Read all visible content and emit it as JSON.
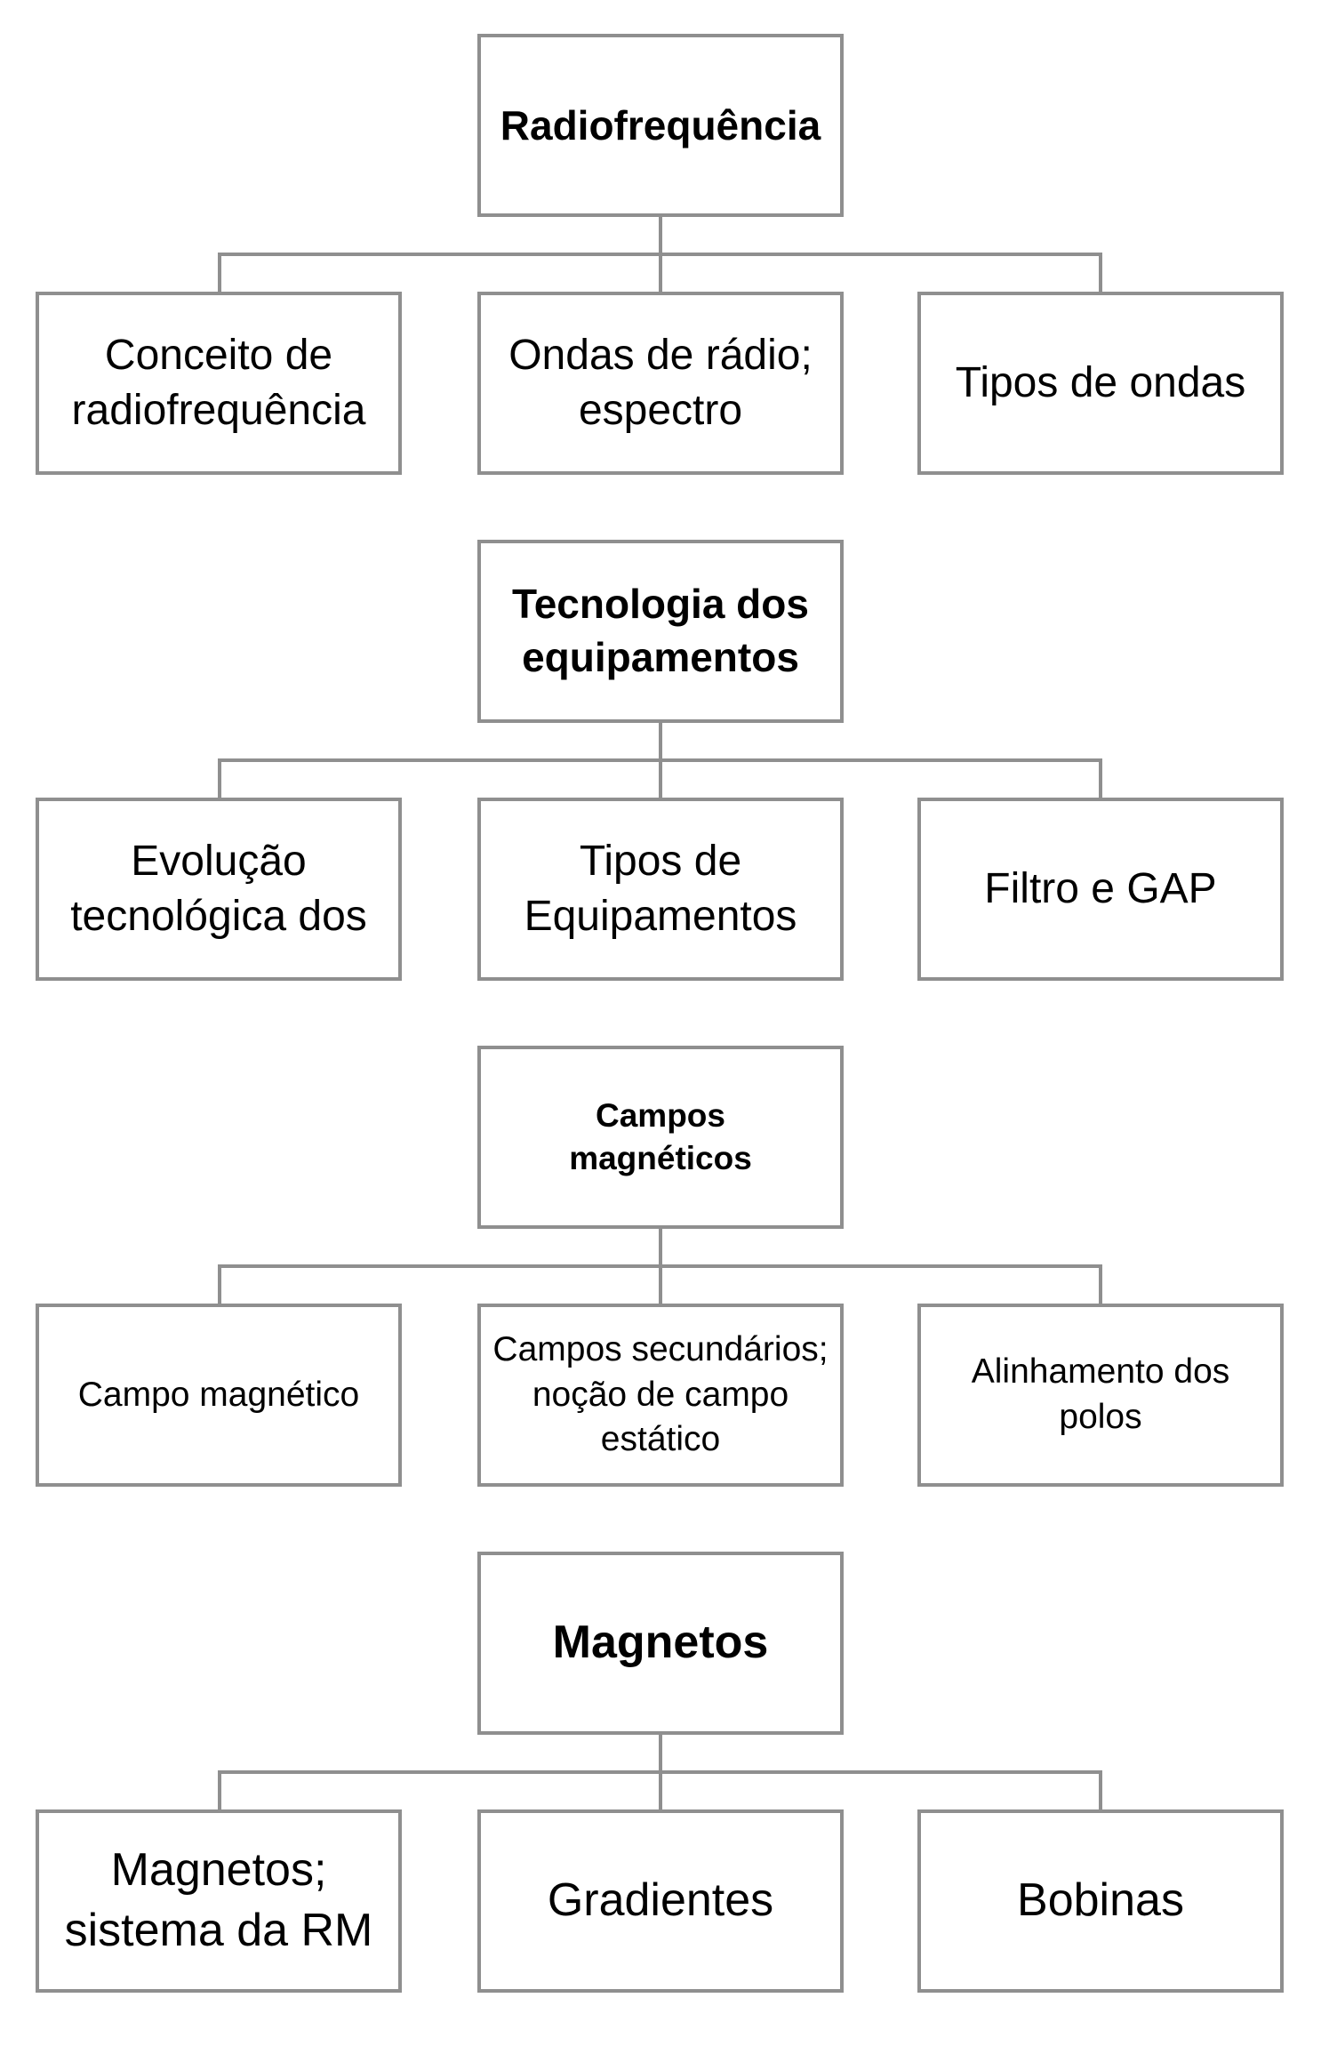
{
  "groups": [
    {
      "title": "Radiofrequência",
      "children": [
        "Conceito de radiofrequência",
        "Ondas de rádio; espectro",
        "Tipos de ondas"
      ]
    },
    {
      "title": "Tecnologia dos equipamentos",
      "children": [
        "Evolução tecnológica dos",
        "Tipos de Equipamentos",
        "Filtro e GAP"
      ]
    },
    {
      "title": "Campos magnéticos",
      "children": [
        "Campo magnético",
        "Campos secundários; noção de campo estático",
        "Alinhamento dos polos"
      ]
    },
    {
      "title": "Magnetos",
      "children": [
        "Magnetos; sistema da RM",
        "Gradientes",
        "Bobinas"
      ]
    }
  ],
  "colors": {
    "border": "#8f8f8f",
    "text": "#000000",
    "background": "#ffffff"
  }
}
